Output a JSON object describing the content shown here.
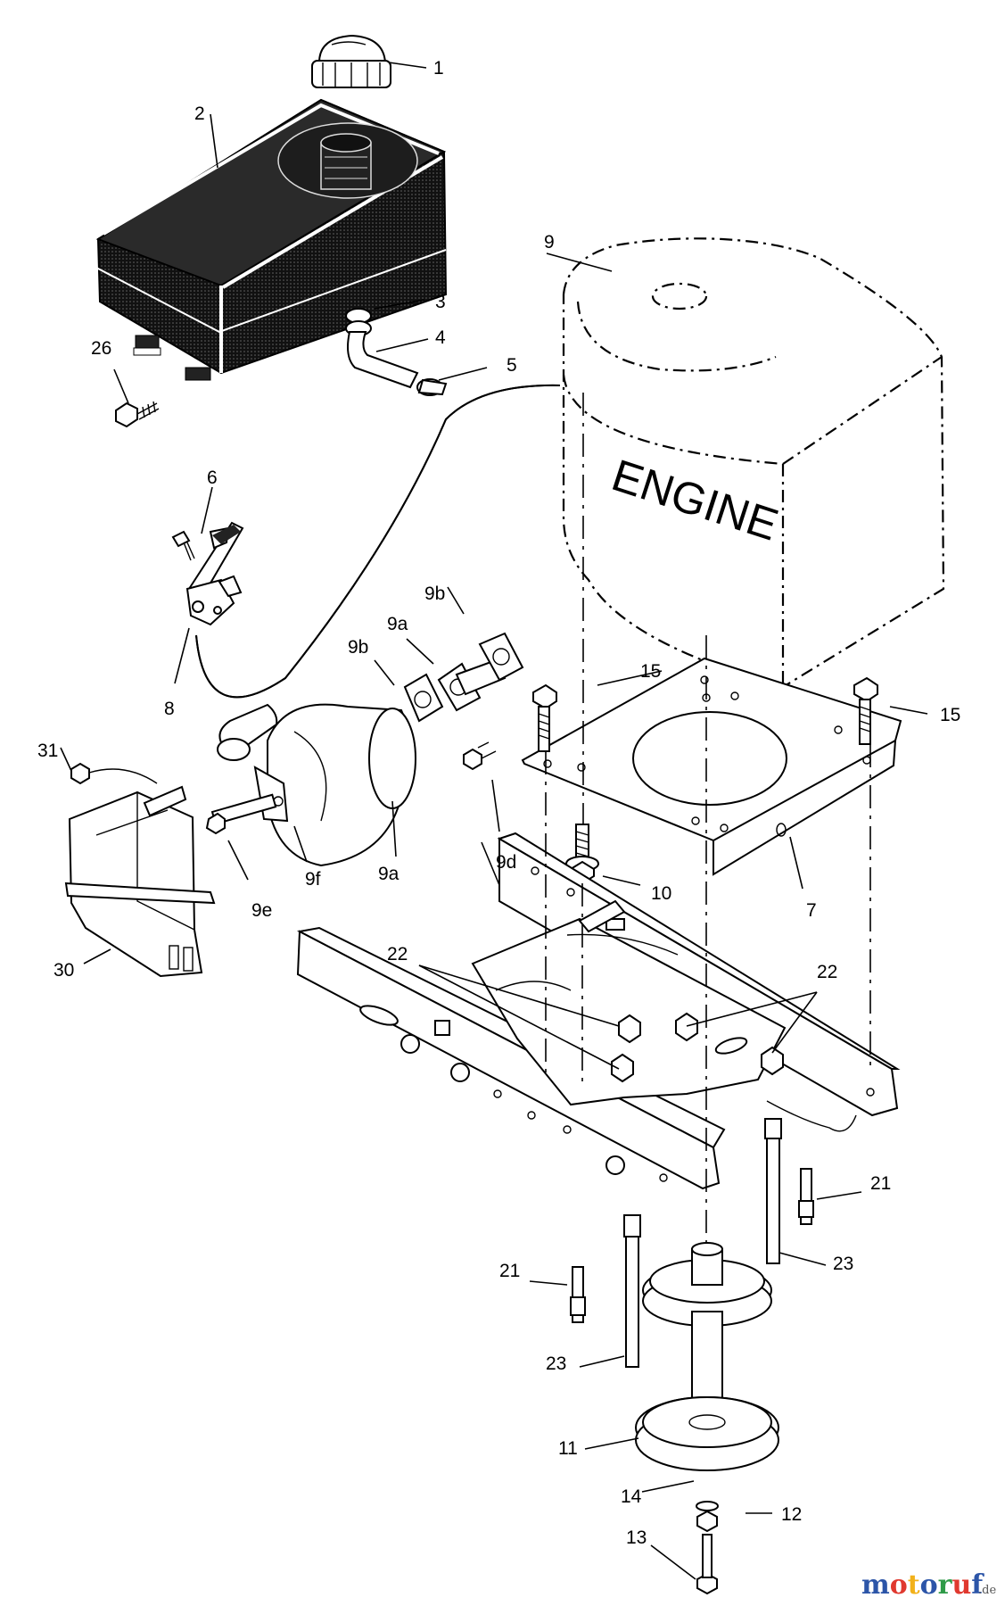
{
  "callouts": {
    "c1": "1",
    "c2": "2",
    "c3": "3",
    "c4": "4",
    "c5": "5",
    "c6": "6",
    "c7": "7",
    "c8": "8",
    "c9": "9",
    "c9a_1": "9a",
    "c9a_2": "9a",
    "c9b_1": "9b",
    "c9b_2": "9b",
    "c9d": "9d",
    "c9e": "9e",
    "c9f": "9f",
    "c10": "10",
    "c11": "11",
    "c12": "12",
    "c13": "13",
    "c14": "14",
    "c15_1": "15",
    "c15_2": "15",
    "c21_1": "21",
    "c21_2": "21",
    "c22_1": "22",
    "c22_2": "22",
    "c23_1": "23",
    "c23_2": "23",
    "c26": "26",
    "c30": "30",
    "c31": "31"
  },
  "engine_label": "ENGINE",
  "watermark": {
    "brand": "motoruf",
    "tld": ".de"
  },
  "colors": {
    "line": "#000000",
    "background": "#ffffff",
    "tank_fill": "#1a1a1a",
    "watermark_letters": [
      "#2c55a8",
      "#e0392f",
      "#f2b11a",
      "#2c55a8",
      "#2f9b48",
      "#e0392f",
      "#2c55a8"
    ]
  }
}
